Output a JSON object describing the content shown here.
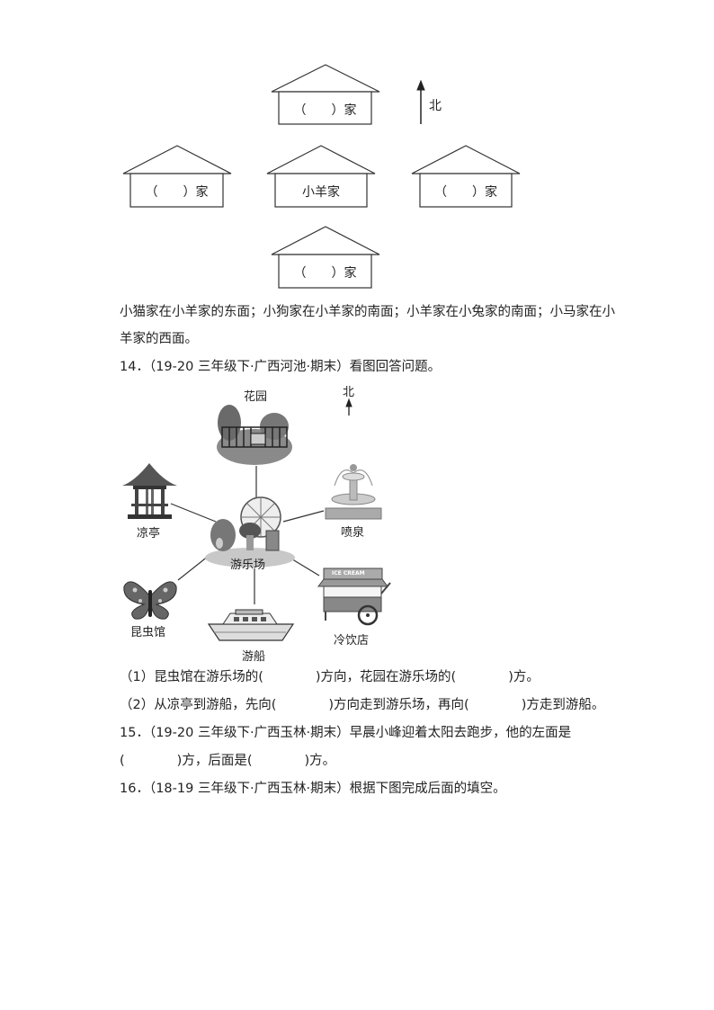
{
  "q13": {
    "houses": [
      {
        "label": "（　　）家"
      },
      {
        "label": "（　　）家"
      },
      {
        "label": "小羊家"
      },
      {
        "label": "（　　）家"
      },
      {
        "label": "（　　）家"
      }
    ],
    "north_label": "北",
    "clue_line1": "小猫家在小羊家的东面；小狗家在小羊家的南面；小羊家在小兔家的南面；小马家在小",
    "clue_line2": "羊家的西面。"
  },
  "q14": {
    "title": "14．（19-20 三年级下·广西河池·期末）看图回答问题。",
    "north_label": "北",
    "places": {
      "garden": "花园",
      "pavilion": "凉亭",
      "fountain": "喷泉",
      "amusement_park": "游乐场",
      "insect_museum": "昆虫馆",
      "cold_drink_shop": "冷饮店",
      "boat": "游船"
    },
    "cart_sign": "ICE CREAM",
    "sub1": "（1）昆虫馆在游乐场的(　　　　)方向，花园在游乐场的(　　　　)方。",
    "sub2": "（2）从凉亭到游船，先向(　　　　)方向走到游乐场，再向(　　　　)方走到游船。"
  },
  "q15": {
    "line1": "15．（19-20 三年级下·广西玉林·期末）早晨小峰迎着太阳去跑步，他的左面是",
    "line2": "(　　　　)方，后面是(　　　　)方。"
  },
  "q16": {
    "line1": "16．（18-19 三年级下·广西玉林·期末）根据下图完成后面的填空。"
  }
}
